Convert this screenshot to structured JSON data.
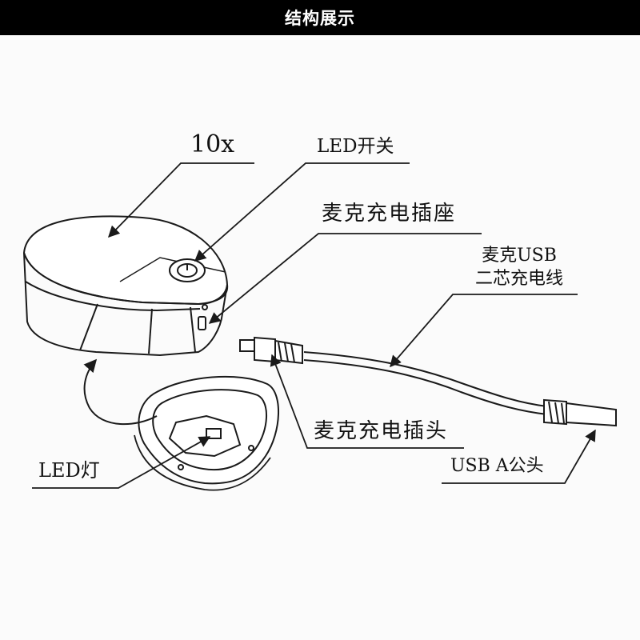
{
  "header": {
    "title": "结构展示"
  },
  "labels": {
    "magnification": "10x",
    "led_switch": "LED开关",
    "charging_socket": "麦克充电插座",
    "cable_line1": "麦克USB",
    "cable_line2": "二芯充电线",
    "charging_plug": "麦克充电插头",
    "usb_a_male": "USB A公头",
    "led_light": "LED灯"
  },
  "colors": {
    "header_bg": "#000000",
    "header_text": "#ffffff",
    "line": "#1a1a1a"
  }
}
